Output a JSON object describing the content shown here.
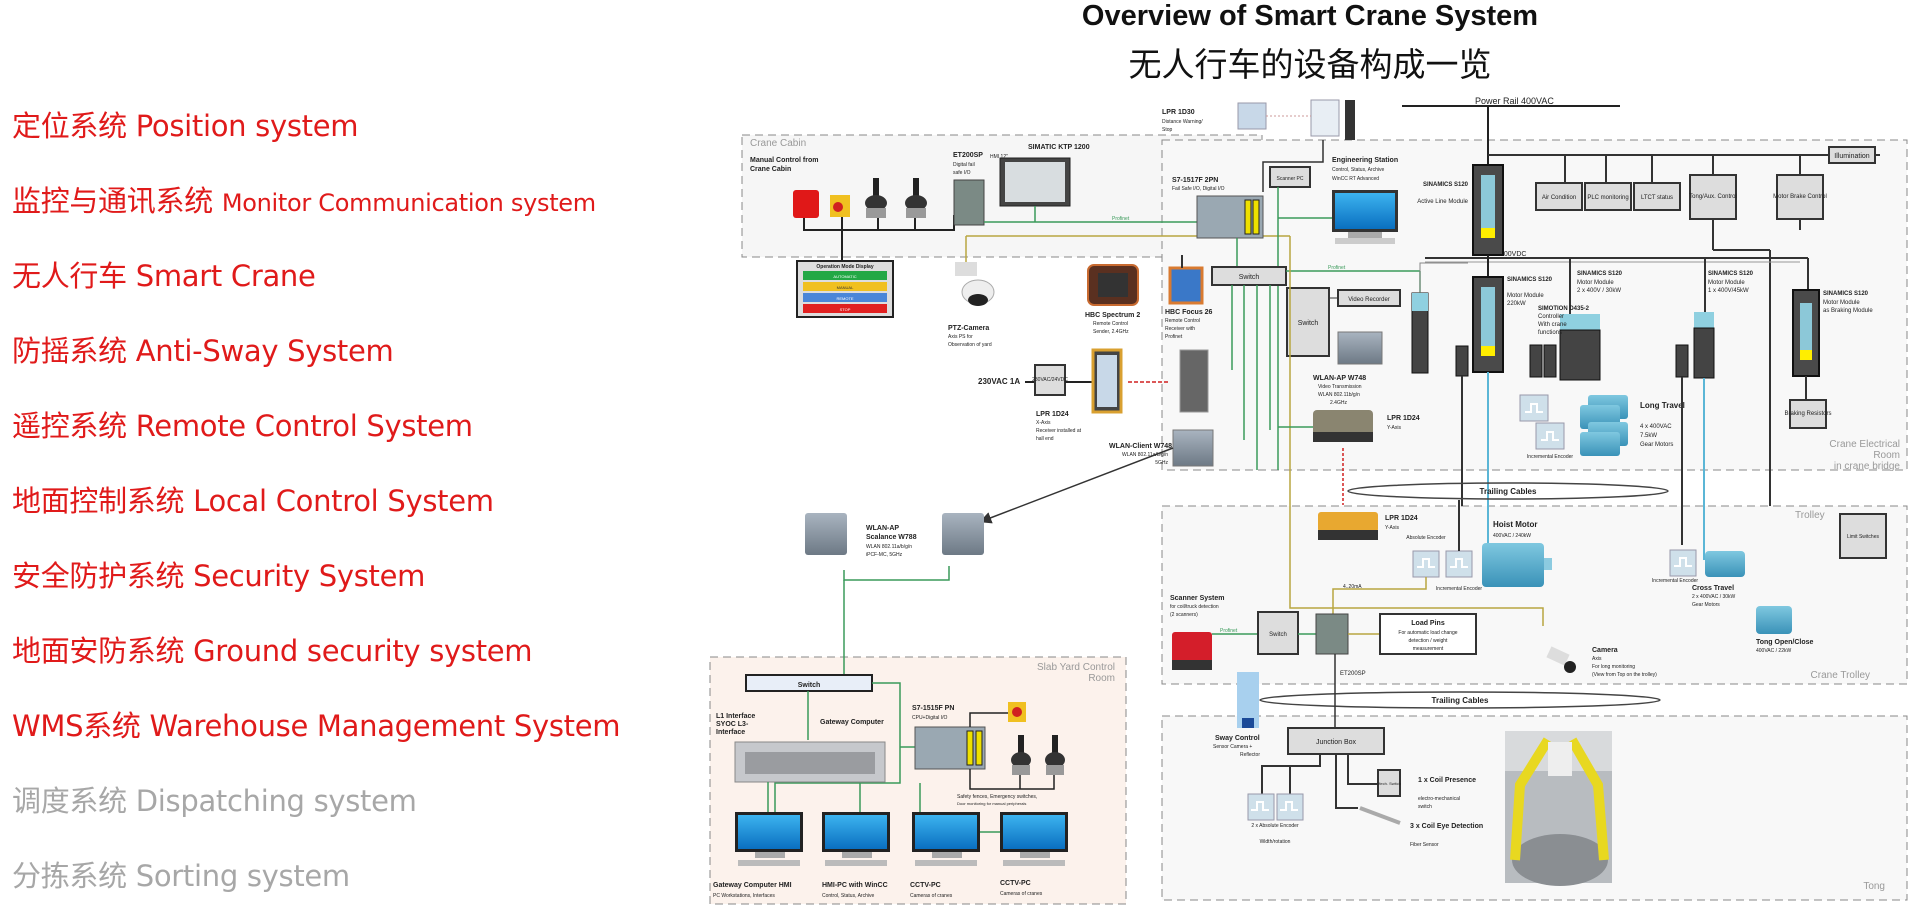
{
  "menu": {
    "items": [
      {
        "zh": "定位系统",
        "en": "Position system",
        "active": true
      },
      {
        "zh": "监控与通讯系统",
        "en": "Monitor Communication system",
        "active": true
      },
      {
        "zh": "无人行车",
        "en": "Smart Crane",
        "active": true
      },
      {
        "zh": "防摇系统",
        "en": "Anti-Sway System",
        "active": true
      },
      {
        "zh": "遥控系统",
        "en": "Remote Control System",
        "active": true
      },
      {
        "zh": "地面控制系统",
        "en": "Local Control System",
        "active": true
      },
      {
        "zh": "安全防护系统",
        "en": "Security System",
        "active": true
      },
      {
        "zh": "地面安防系统",
        "en": "Ground security system",
        "active": true
      },
      {
        "zh": "WMS系统",
        "en": "Warehouse Management System",
        "active": true
      },
      {
        "zh": "调度系统",
        "en": "Dispatching system",
        "active": false
      },
      {
        "zh": "分拣系统",
        "en": "Sorting system",
        "active": false
      }
    ],
    "active_color": "#e01a1a",
    "inactive_color": "#a7a7a7"
  },
  "diagram": {
    "title_en": "Overview of Smart Crane System",
    "title_zh": "无人行车的设备构成一览",
    "zones": {
      "crane_cabin": "Crane Cabin",
      "electrical_room_1": "Crane Electrical",
      "electrical_room_2": "Room",
      "electrical_room_3": "in crane bridge",
      "trolley": "Trolley",
      "crane_trolley": "Crane Trolley",
      "tong": "Tong",
      "slab_yard_1": "Slab Yard Control",
      "slab_yard_2": "Room"
    },
    "power_rail": "Power Rail 400VAC",
    "dc_bus": "600VDC",
    "trailing_cables": "Trailing Cables",
    "profinet": "Profinet",
    "cabin": {
      "manual_control_1": "Manual Control from",
      "manual_control_2": "Crane Cabin",
      "et200sp": "ET200SP",
      "et200sp_sub1": "Digital fail",
      "et200sp_sub2": "safe I/O",
      "ktp": "SIMATIC KTP 1200",
      "ktp_sub": "HMI 12\"",
      "op_mode": "Operation Mode Display",
      "op_modes": [
        "AUTOMATIC",
        "MANUAL",
        "REMOTE",
        "STOP"
      ]
    },
    "field": {
      "ptz_camera": "PTZ-Camera",
      "ptz_sub1": "Axis PS for",
      "ptz_sub2": "Observation of yard",
      "hbc_spectrum": "HBC Spectrum 2",
      "hbc_sub1": "Remote Control",
      "hbc_sub2": "Sender, 2.4GHz",
      "hbc_focus": "HBC Focus 26",
      "focus_sub1": "Remote Control",
      "focus_sub2": "Receiver with",
      "focus_sub3": "Profinet",
      "psu_in": "230VAC 1A",
      "psu": "230VAC/24VDC",
      "lpr_x": "LPR 1D24",
      "lpr_x_sub1": "X-Axis",
      "lpr_x_sub2": "Receiver installed at",
      "lpr_x_sub3": "hall end",
      "wlan_client": "WLAN-Client W748",
      "wlan_client_sub1": "WLAN 802.11a/b/g/n",
      "wlan_client_sub2": "5GHz",
      "lpr_dist": "LPR 1D30",
      "lpr_dist_sub1": "Distance Warning/",
      "lpr_dist_sub2": "Stop",
      "s7_1517": "S7-1517F 2PN",
      "s7_1517_sub": "Fail Safe I/O, Digital I/O",
      "scanner_pc": "Scanner PC",
      "eng_station": "Engineering Station",
      "eng_sub1": "Control, Status, Archive",
      "eng_sub2": "WinCC RT Advanced",
      "switch": "Switch",
      "video_recorder": "Video Recorder",
      "wlan_ap748": "WLAN-AP W748",
      "wlan_ap748_sub1": "Video Transmission",
      "wlan_ap748_sub2": "WLAN 802.11b/g/n",
      "wlan_ap748_sub3": "2.4GHz",
      "lpr_y": "LPR 1D24",
      "lpr_y_sub": "Y-Axis"
    },
    "drives": {
      "alm": "SINAMICS S120",
      "alm_sub": "Active Line Module",
      "mm1": "SINAMICS S120",
      "mm1_sub1": "Motor Module",
      "mm1_sub2": "220kW",
      "mm2": "SINAMICS S120",
      "mm2_sub1": "Motor Module",
      "mm2_sub2": "2 x 400V / 30kW",
      "simotion": "SIMOTION D435-2",
      "simotion_sub1": "Controller",
      "simotion_sub2": "With crane",
      "simotion_sub3": "functions",
      "mm3": "SINAMICS S120",
      "mm3_sub1": "Motor Module",
      "mm3_sub2": "1 x 400V/45kW",
      "mm4": "SINAMICS S120",
      "mm4_sub1": "Motor Module",
      "mm4_sub2": "as Braking Module",
      "aux": [
        "Air Condition",
        "PLC monitoring",
        "LTCT status",
        "Tong/Aux. Control",
        "Motor Brake Control"
      ],
      "illumination": "Illumination",
      "braking_res": "Braking Resistors",
      "long_travel": "Long Travel",
      "long_travel_sub1": "4 x 400VAC",
      "long_travel_sub2": "7.5kW",
      "long_travel_sub3": "Gear Motors",
      "incr_encoder": "Incremental Encoder"
    },
    "trolley": {
      "lpr": "LPR 1D24",
      "lpr_sub": "Y-Axis",
      "abs_encoder": "Absolute Encoder",
      "incr_encoder": "Incremental Encoder",
      "hoist": "Hoist Motor",
      "hoist_sub": "400VAC / 240kW",
      "signal": "4..20mA",
      "scanner": "Scanner System",
      "scanner_sub1": "for coil/truck detection",
      "scanner_sub2": "(2 scanners)",
      "switch": "Switch",
      "et200sp": "ET200SP",
      "load_pins": "Load Pins",
      "load_pins_sub1": "For automatic load change",
      "load_pins_sub2": "detection / weight",
      "load_pins_sub3": "measurement",
      "camera": "Camera",
      "camera_sub1": "Axis",
      "camera_sub2": "For long monitoring",
      "camera_sub3": "(View from Top on the trolley)",
      "cross_travel": "Cross Travel",
      "cross_sub1": "2 x 400VAC / 30kW",
      "cross_sub2": "Gear Motors",
      "tong_oc": "Tong Open/Close",
      "tong_oc_sub": "400VAC / 22kW",
      "limit_switches": "Limit Switches"
    },
    "tong": {
      "sway": "Sway Control",
      "sway_sub1": "Sensor Camera +",
      "sway_sub2": "Reflector",
      "junction": "Junction Box",
      "mech_switch": "Mech. Switch",
      "coil_presence": "1 x Coil Presence",
      "coil_presence_sub1": "electro-mechanical",
      "coil_presence_sub2": "switch",
      "coil_eye": "3 x Coil Eye Detection",
      "coil_eye_sub": "Fiber Sensor",
      "abs_enc": "2 x Absolute Encoder",
      "abs_enc_sub": "Width/rotation"
    },
    "ground": {
      "wlan_ap": "WLAN-AP",
      "wlan_ap_name": "Scalance W788",
      "wlan_ap_sub1": "WLAN 802.11a/b/g/n",
      "wlan_ap_sub2": "iPCF-MC, 5GHz",
      "switch": "Switch",
      "l1": "L1 Interface",
      "l1_sub1": "SYOC L3-",
      "l1_sub2": "Interface",
      "gateway": "Gateway Computer",
      "s7_1515": "S7-1515F PN",
      "s7_1515_sub": "CPU+Digital I/O",
      "safety": "Safety fences, Emergency switches,",
      "safety_sub": "Door monitoring for manual peripherals",
      "pcs": [
        {
          "name": "Gateway Computer HMI",
          "sub": "PC Workstations, Interfaces"
        },
        {
          "name": "HMI-PC with WinCC",
          "sub": "Control, Status, Archive"
        },
        {
          "name": "CCTV-PC",
          "sub": "Cameras of cranes"
        },
        {
          "name": "CCTV-PC",
          "sub": "Cameras of cranes"
        }
      ]
    }
  }
}
